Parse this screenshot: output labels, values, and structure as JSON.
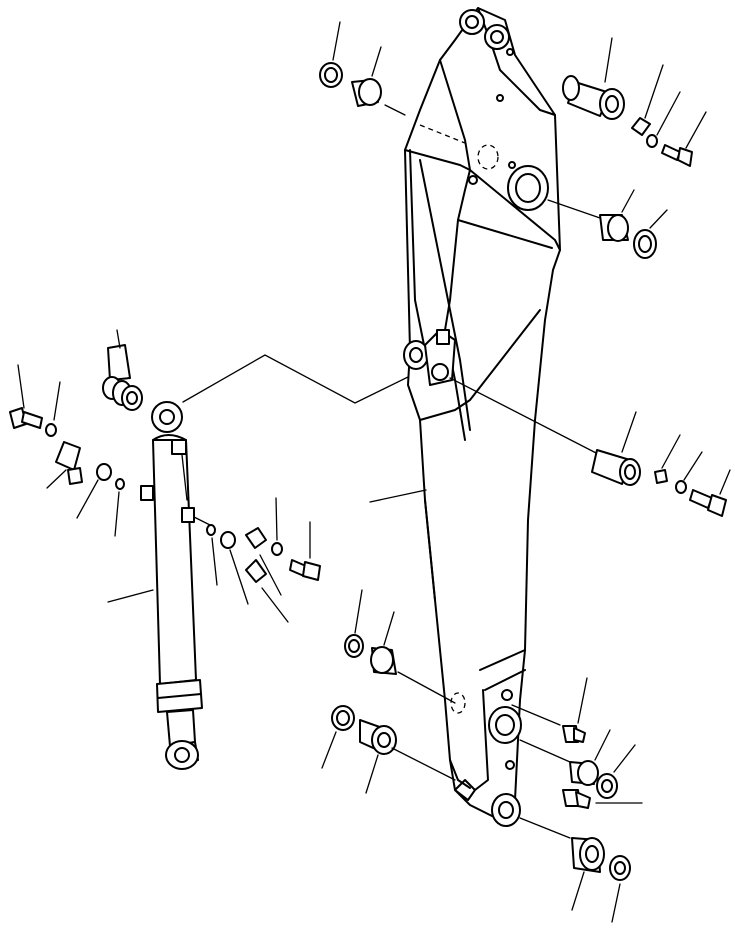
{
  "figure": {
    "type": "exploded-parts-diagram",
    "colors": {
      "ink": "#000000",
      "paper": "#ffffff"
    },
    "assemblies": [
      "arm",
      "bucket-cylinder"
    ],
    "parts": [
      "arm-body",
      "bucket-cylinder",
      "cylinder-rod-eye",
      "pin",
      "bushing",
      "seal-ring",
      "shim",
      "bolt",
      "washer",
      "lock-plate",
      "grease-fitting",
      "plug",
      "retainer"
    ]
  }
}
